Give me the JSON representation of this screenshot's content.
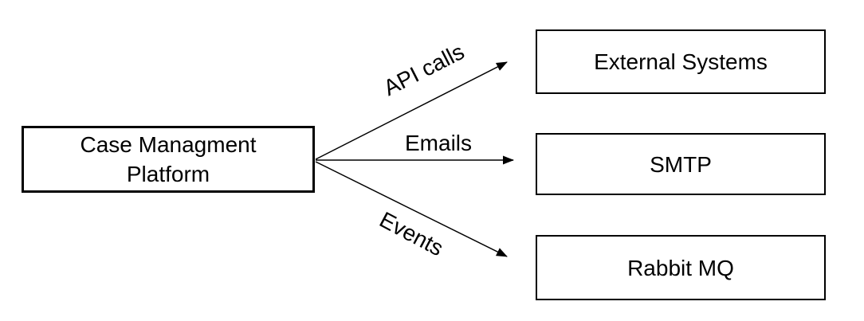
{
  "diagram": {
    "nodes": {
      "platform": {
        "lines": [
          "Case Managment",
          "Platform"
        ]
      },
      "external": {
        "label": "External Systems"
      },
      "smtp": {
        "label": "SMTP"
      },
      "rabbitmq": {
        "label": "Rabbit MQ"
      }
    },
    "edges": [
      {
        "label": "API calls",
        "from": "Case Managment Platform",
        "to": "External Systems"
      },
      {
        "label": "Emails",
        "from": "Case Managment Platform",
        "to": "SMTP"
      },
      {
        "label": "Events",
        "from": "Case Managment Platform",
        "to": "Rabbit MQ"
      }
    ],
    "colors": {
      "stroke": "#000000",
      "text": "#000000",
      "background": "#ffffff"
    }
  }
}
